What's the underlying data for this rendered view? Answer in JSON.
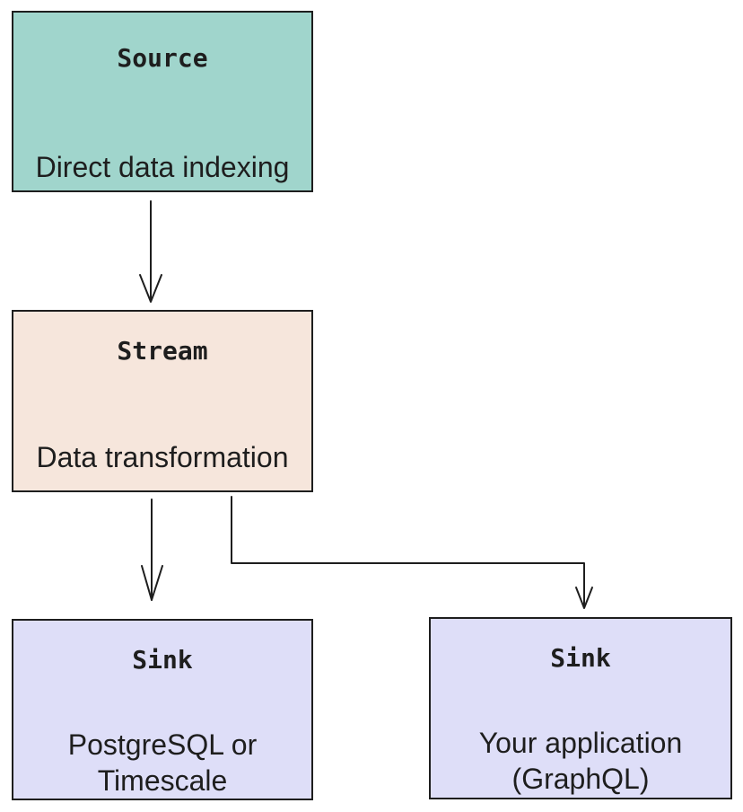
{
  "diagram": {
    "nodes": [
      {
        "id": "source",
        "title": "Source",
        "description": [
          "Direct data indexing"
        ],
        "color": "#a0d5cc"
      },
      {
        "id": "stream",
        "title": "Stream",
        "description": [
          "Data transformation"
        ],
        "color": "#f6e6dc"
      },
      {
        "id": "sink-db",
        "title": "Sink",
        "description": [
          "PostgreSQL or",
          "Timescale"
        ],
        "color": "#dedef8"
      },
      {
        "id": "sink-app",
        "title": "Sink",
        "description": [
          "Your application",
          "(GraphQL)"
        ],
        "color": "#dedef8"
      }
    ],
    "edges": [
      {
        "from": "source",
        "to": "stream"
      },
      {
        "from": "stream",
        "to": "sink-db"
      },
      {
        "from": "stream",
        "to": "sink-app"
      }
    ],
    "stroke_color": "#1e1e1e"
  }
}
